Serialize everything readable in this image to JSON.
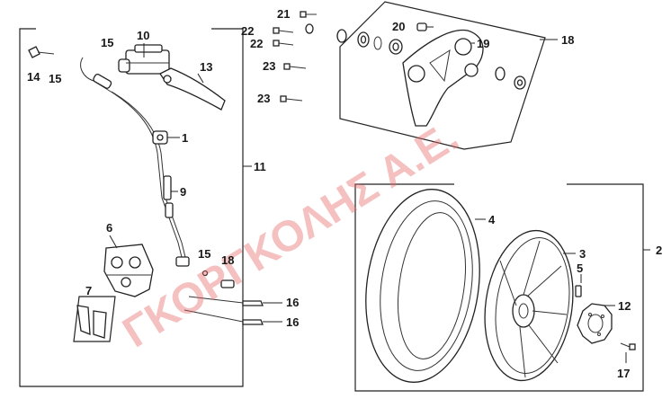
{
  "watermark": "ΓΚΟΡΓΚΟΛΗΣ Α.Ε.",
  "callouts": {
    "c1": "1",
    "c2": "2",
    "c3": "3",
    "c4": "4",
    "c5": "5",
    "c6": "6",
    "c7": "7",
    "c9": "9",
    "c10": "10",
    "c11": "11",
    "c12": "12",
    "c13": "13",
    "c14": "14",
    "c15a": "15",
    "c15b": "15",
    "c15c": "15",
    "c16a": "16",
    "c16b": "16",
    "c17": "17",
    "c18a": "18",
    "c18b": "18",
    "c19": "19",
    "c20": "20",
    "c21": "21",
    "c22a": "22",
    "c22b": "22",
    "c23a": "23",
    "c23b": "23"
  },
  "colors": {
    "line": "#222222",
    "watermark": "#e86a6a"
  }
}
